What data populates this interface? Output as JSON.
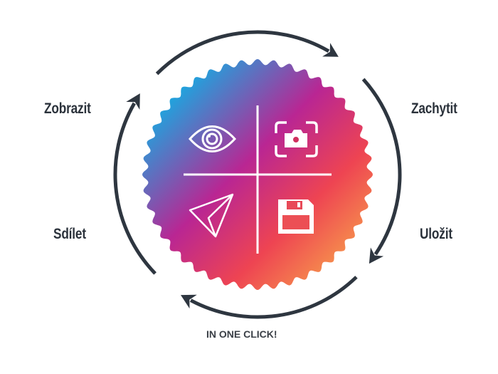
{
  "steps": [
    {
      "label": "Zobrazit",
      "icon": "eye-icon"
    },
    {
      "label": "Zachytit",
      "icon": "camera-capture-icon"
    },
    {
      "label": "Uložit",
      "icon": "floppy-disk-icon"
    },
    {
      "label": "Sdílet",
      "icon": "paper-plane-icon"
    }
  ],
  "tagline": "IN ONE CLICK!",
  "colors": {
    "arrow": "#2e3640",
    "gradient": [
      "#12aee4",
      "#b42a96",
      "#ee4452",
      "#f9a94b"
    ]
  }
}
